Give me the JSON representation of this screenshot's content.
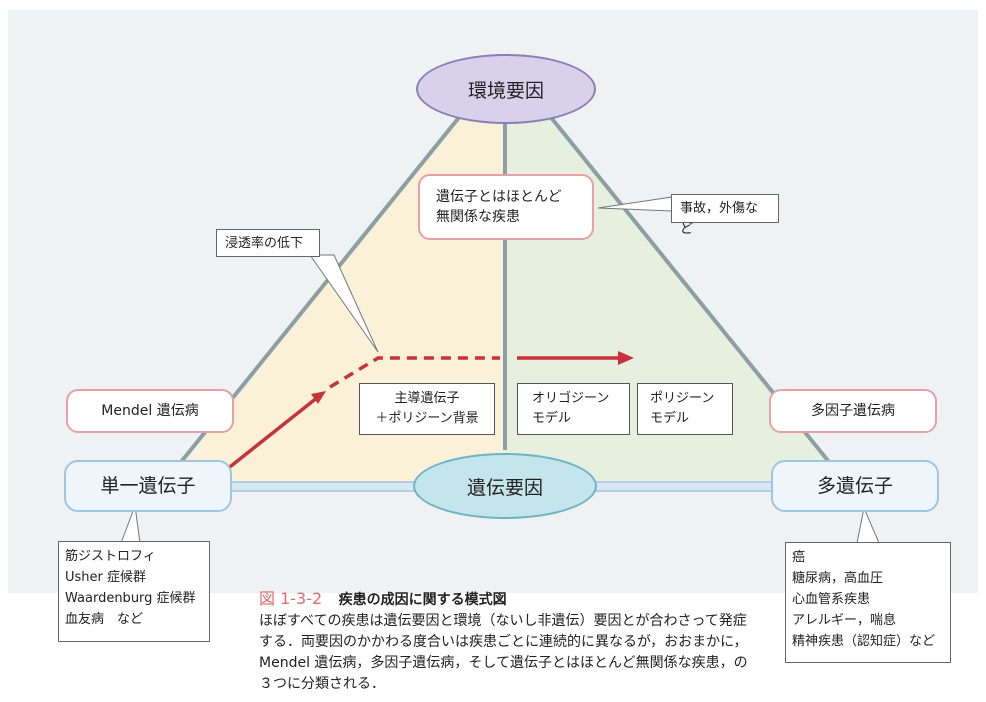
{
  "nodes": {
    "environment": "環境要因",
    "genetic": "遺伝要因",
    "single_gene": "単一遺伝子",
    "multi_gene": "多遺伝子"
  },
  "boxes": {
    "unrelated_line1": "遺伝子とはほとんど",
    "unrelated_line2": "無関係な疾患",
    "mendel": "Mendel 遺伝病",
    "multifactor": "多因子遺伝病",
    "major_gene_line1": "主導遺伝子",
    "major_gene_line2": "＋ポリジーン背景",
    "oligogene_line1": "オリゴジーン",
    "oligogene_line2": "モデル",
    "polygene_line1": "ポリジーン",
    "polygene_line2": "モデル"
  },
  "callouts": {
    "accident": "事故，外傷など",
    "penetrance": "浸透率の低下"
  },
  "examples_left": [
    "筋ジストロフィ",
    "Usher 症候群",
    "Waardenburg 症候群",
    "血友病　など"
  ],
  "examples_right": [
    "癌",
    "糖尿病，高血圧",
    "心血管系疾患",
    "アレルギー，喘息",
    "精神疾患（認知症）など"
  ],
  "caption": {
    "figure_no": "図 1-3-2",
    "title": "疾患の成因に関する模式図",
    "body": "ほぼすべての疾患は遺伝要因と環境（ないし非遺伝）要因とが合わさって発症する．両要因のかかわる度合いは疾患ごとに連続的に異なるが，おおまかに，Mendel 遺伝病，多因子遺伝病，そして遺伝子とはほとんど無関係な疾患，の３つに分類される．"
  },
  "colors": {
    "panel_bg": "#f0f1f2",
    "left_fill": "#fbf1d8",
    "right_fill": "#e7f0de",
    "arrow": "#c83238",
    "env_ellipse": "#d9d1eb",
    "gen_ellipse": "#c5e5ec"
  }
}
